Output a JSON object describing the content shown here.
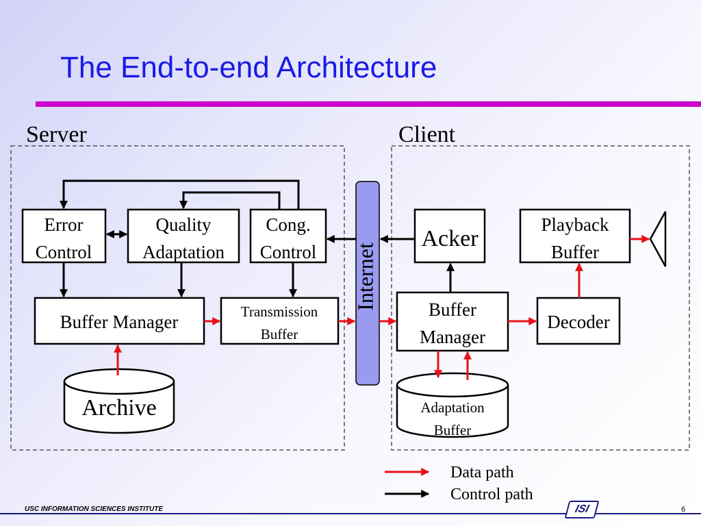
{
  "slide": {
    "title": "The End-to-end Architecture",
    "page_number": "6"
  },
  "footer": {
    "institute": "USC INFORMATION SCIENCES INSTITUTE",
    "logo_text": "ISI"
  },
  "diagram": {
    "server_label": "Server",
    "client_label": "Client",
    "network_label": "Internet",
    "server": {
      "error_control": [
        "Error",
        "Control"
      ],
      "quality_adaptation": [
        "Quality",
        "Adaptation"
      ],
      "cong_control": [
        "Cong.",
        "Control"
      ],
      "buffer_manager": "Buffer Manager",
      "transmission_buffer": [
        "Transmission",
        "Buffer"
      ],
      "archive": "Archive"
    },
    "client": {
      "acker": "Acker",
      "playback_buffer": [
        "Playback",
        "Buffer"
      ],
      "buffer_manager": [
        "Buffer",
        "Manager"
      ],
      "decoder": "Decoder",
      "adaptation_buffer": [
        "Adaptation",
        "Buffer"
      ]
    },
    "legend": {
      "data_path": "Data path",
      "control_path": "Control path"
    },
    "colors": {
      "data_path": "#e8101a",
      "control_path": "#000000",
      "internet_fill": "#9a9af0",
      "title_rule": "#cc00cc",
      "title_text": "#1a1ae6"
    }
  }
}
